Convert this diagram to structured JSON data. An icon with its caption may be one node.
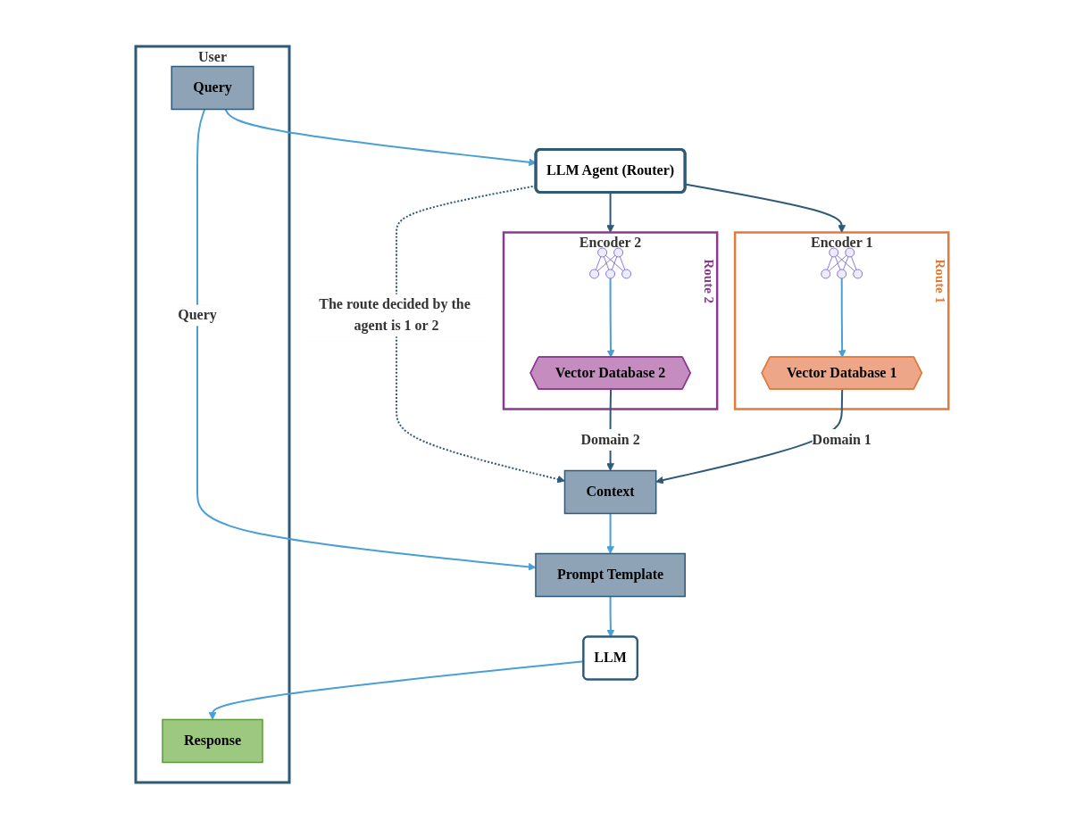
{
  "diagram": {
    "nodes": [
      {
        "text": [
          "User"
        ]
      },
      {
        "text": [
          "Query"
        ],
        "in": 0
      },
      {
        "text": [
          "Response"
        ],
        "in": 0
      },
      {
        "text": [
          "LLM Agent (Router)"
        ]
      },
      {
        "text": [
          "Encoder 2"
        ],
        "beside": [
          "Route 2"
        ]
      },
      {
        "text": [],
        "shape": "picture",
        "in": 4
      },
      {
        "text": [
          "Vector Database 2"
        ],
        "in": 4
      },
      {
        "text": [
          "Encoder 1"
        ],
        "beside": [
          "Route 1"
        ]
      },
      {
        "text": [],
        "shape": "picture",
        "in": 7
      },
      {
        "text": [
          "Vector Database 1"
        ],
        "in": 7
      },
      {
        "text": [
          "Context"
        ]
      },
      {
        "text": [
          "Prompt Template"
        ]
      },
      {
        "text": [
          "LLM"
        ]
      }
    ],
    "edges": [
      {
        "from": 1,
        "to": 3,
        "arrow": "to"
      },
      {
        "from": 1,
        "to": 11,
        "arrow": "to",
        "label": "Query"
      },
      {
        "from": 3,
        "to": 4,
        "arrow": "to",
        "color": "#2e5a78"
      },
      {
        "from": 3,
        "to": 7,
        "arrow": "to",
        "color": "#2e5a78"
      },
      {
        "from": 3,
        "to": 10,
        "arrow": "to",
        "label": "The route decided by the agent is 1 or 2",
        "style": "dashed",
        "color": "#2e5a78"
      },
      {
        "from": 5,
        "to": 6,
        "arrow": "to"
      },
      {
        "from": 8,
        "to": 9,
        "arrow": "to"
      },
      {
        "from": 6,
        "to": 10,
        "arrow": "to",
        "label": "Domain 2",
        "color": "#2e5a78"
      },
      {
        "from": 9,
        "to": 10,
        "arrow": "to",
        "label": "Domain 1",
        "color": "#2e5a78"
      },
      {
        "from": 10,
        "to": 11,
        "arrow": "to"
      },
      {
        "from": 11,
        "to": 12,
        "arrow": "to"
      },
      {
        "from": 12,
        "to": 2,
        "arrow": "to"
      }
    ]
  }
}
